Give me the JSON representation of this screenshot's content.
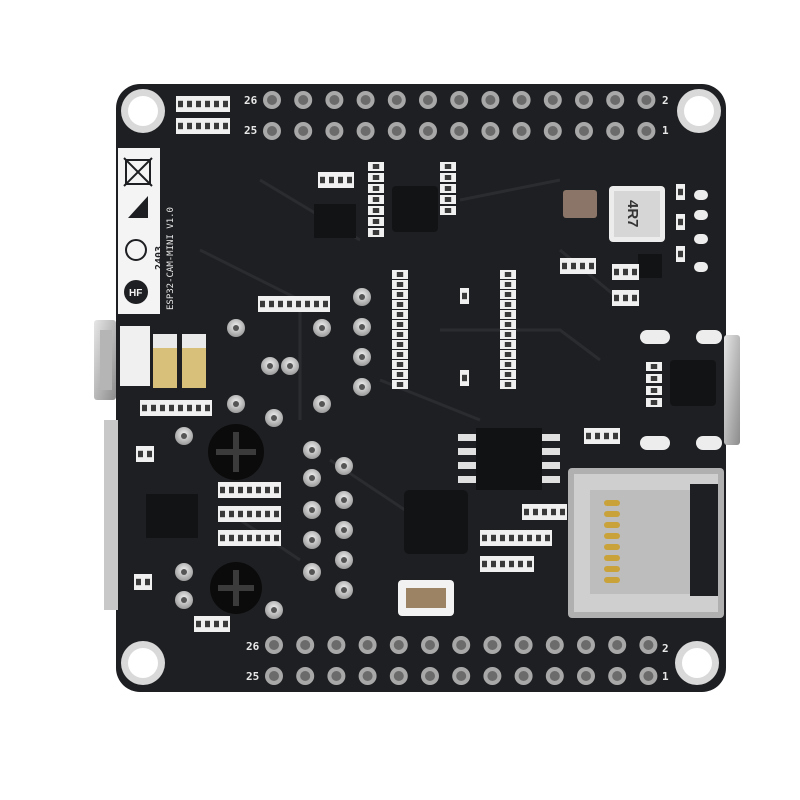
{
  "photo": {
    "subject": "ESP32-CAM development board, rear side",
    "board_color": "#1e1f22",
    "silkscreen_color": "#e8e8e8"
  },
  "header_labels": {
    "top_left_upper": "26",
    "top_left_lower": "25",
    "top_right_upper": "2",
    "top_right_lower": "1",
    "bottom_left_upper": "26",
    "bottom_left_lower": "25",
    "bottom_right_upper": "2",
    "bottom_right_lower": "1"
  },
  "silkscreen": {
    "board_name": "ESP32-CAM-MINI V1.0",
    "date_code": "2403",
    "hf_mark": "HF",
    "inductor_marking": "4R7"
  }
}
